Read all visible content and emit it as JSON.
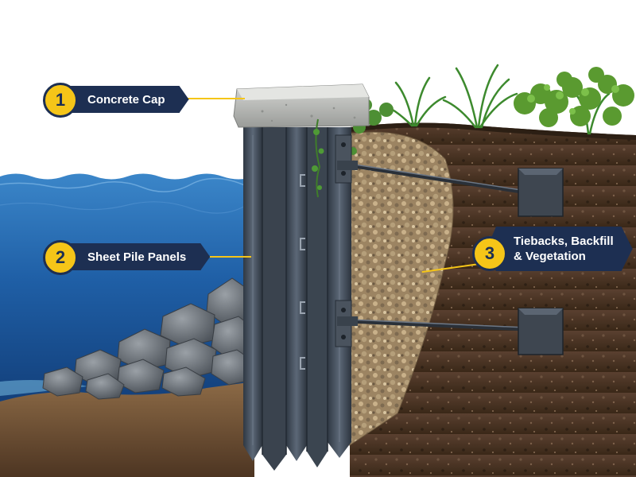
{
  "colors": {
    "sky": "#ffffff",
    "water_top": "#2a6fb5",
    "water_deep": "#0c2f66",
    "steel": "#4a5562",
    "concrete": "#b8bab8",
    "soil": "#4a3424",
    "gravel": "#b49a74",
    "callout_bg": "#1d2f52",
    "badge": "#f5c518"
  },
  "callouts": [
    {
      "number": "1",
      "label": "Concrete Cap",
      "icon": "concrete-cap-pointer"
    },
    {
      "number": "2",
      "label": "Sheet Pile Panels",
      "icon": "sheet-pile-pointer"
    },
    {
      "number": "3",
      "label_line1": "Tiebacks, Backfill",
      "label_line2": "& Vegetation",
      "icon": "tieback-pointer"
    }
  ]
}
